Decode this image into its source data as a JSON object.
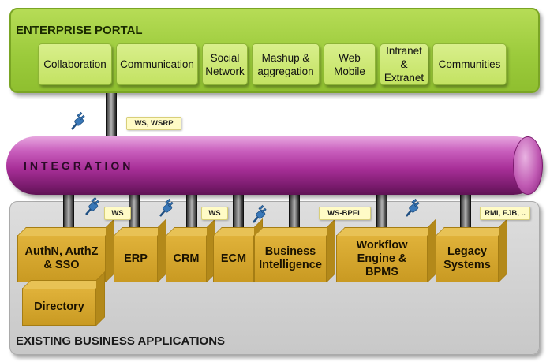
{
  "portal": {
    "title": "ENTERPRISE PORTAL",
    "items": [
      {
        "label": "Collaboration"
      },
      {
        "label": "Communication"
      },
      {
        "label": "Social\nNetwork"
      },
      {
        "label": "Mashup &\naggregation"
      },
      {
        "label": "Web\nMobile"
      },
      {
        "label": "Intranet\n&\nExtranet"
      },
      {
        "label": "Communities"
      }
    ]
  },
  "integration": {
    "label": "INTEGRATION"
  },
  "protocols": {
    "ws_wsrp": "WS, WSRP",
    "ws_1": "WS",
    "ws_2": "WS",
    "ws_bpel": "WS-BPEL",
    "rmi": "RMI, EJB, .."
  },
  "apps": {
    "title": "EXISTING BUSINESS APPLICATIONS",
    "items": [
      {
        "label": "AuthN, AuthZ\n& SSO"
      },
      {
        "label": "Directory"
      },
      {
        "label": "ERP"
      },
      {
        "label": "CRM"
      },
      {
        "label": "ECM"
      },
      {
        "label": "Business\nIntelligence"
      },
      {
        "label": "Workflow\nEngine &\nBPMS"
      },
      {
        "label": "Legacy\nSystems"
      }
    ]
  },
  "colors": {
    "portal_green": "#9ccb3c",
    "integration_purple": "#a82f98",
    "app_gold": "#d3a52c",
    "apps_gray": "#d2d2d2",
    "plug_blue": "#3a78b8"
  },
  "icons": [
    "plug-icon"
  ]
}
